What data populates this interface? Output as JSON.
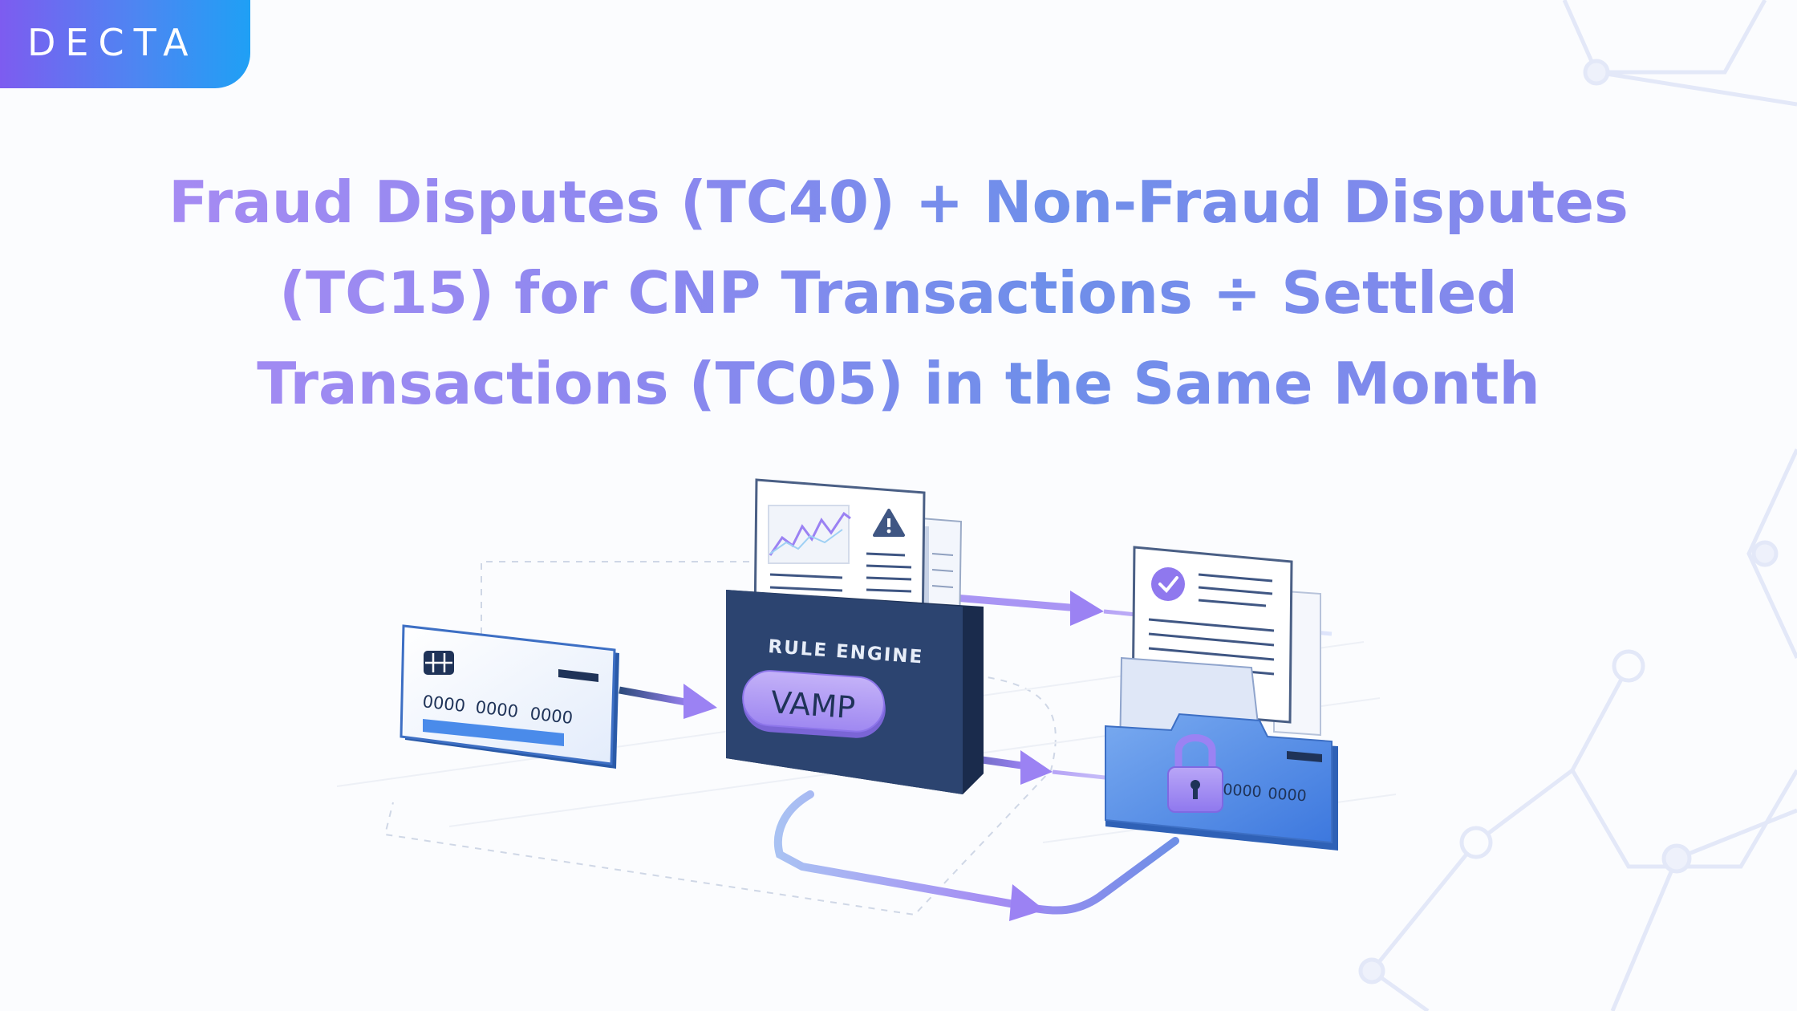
{
  "brand": {
    "logo_text": "DECTA"
  },
  "headline": {
    "line1": "Fraud Disputes (TC40) + Non-Fraud Disputes",
    "line2": "(TC15) for CNP Transactions ÷ Settled",
    "line3": "Transactions (TC05) in the Same Month"
  },
  "diagram": {
    "payment_card": {
      "number_groups": [
        "0000",
        "0000",
        "0000"
      ]
    },
    "engine": {
      "label": "RULE ENGINE",
      "badge": "VAMP"
    },
    "secure_card": {
      "number_groups": [
        "0000",
        "0000"
      ]
    },
    "icons": [
      "credit-card-icon",
      "chip-icon",
      "line-chart-icon",
      "warning-icon",
      "checkmark-icon",
      "padlock-icon"
    ],
    "colors": {
      "accent_purple": "#9b82f3",
      "accent_blue": "#4a8bea",
      "engine_navy": "#2c4470",
      "badge_lavender": "#b39cf5"
    }
  }
}
